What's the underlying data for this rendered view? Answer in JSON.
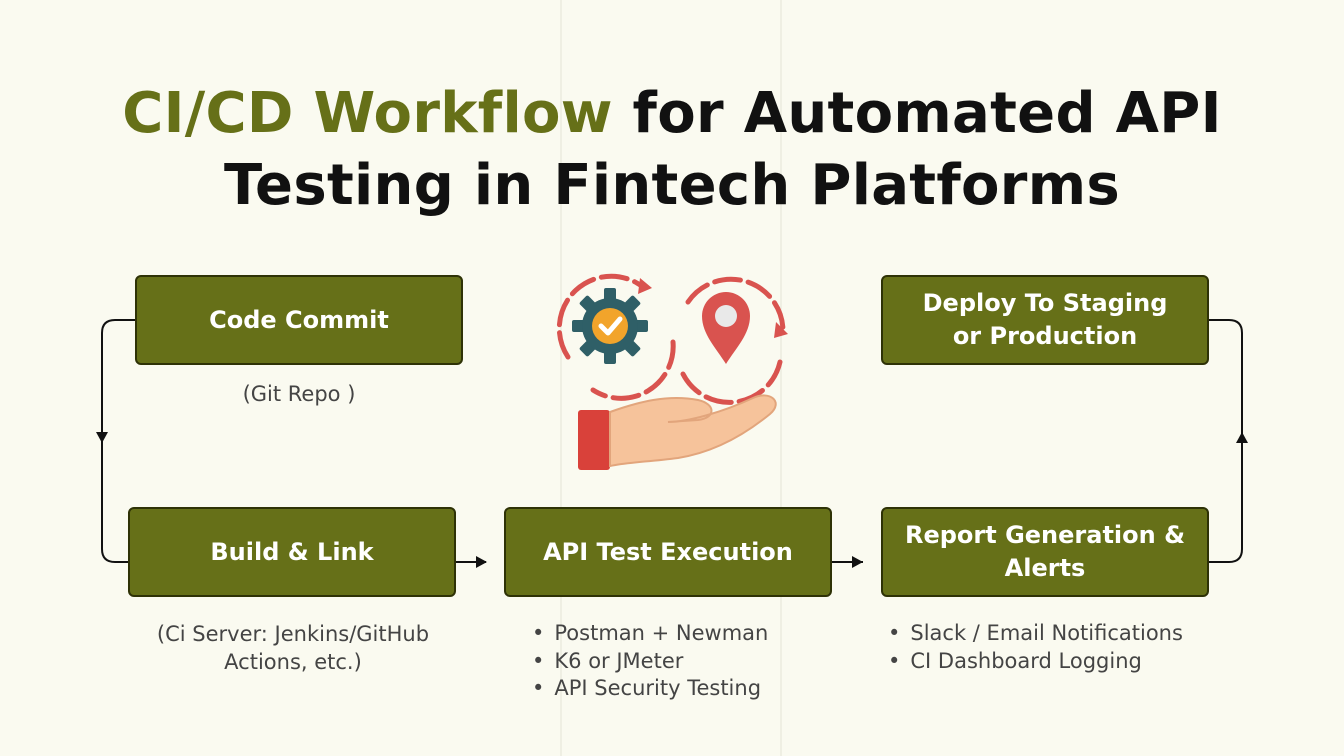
{
  "title": {
    "highlight": "CI/CD Workflow",
    "rest_line1": " for Automated API",
    "line2": "Testing in Fintech Platforms"
  },
  "colors": {
    "accent": "#667018",
    "box_border": "#2e3206",
    "background": "#fafaf0",
    "gear": "#2f5f67",
    "check_circle": "#f2a42b",
    "pin": "#d9534f",
    "hand": "#f6c39b",
    "cuff": "#d9413a"
  },
  "steps": {
    "code_commit": {
      "label": "Code Commit",
      "caption": "(Git Repo )"
    },
    "build": {
      "label": "Build & Link",
      "caption_lines": [
        "(Ci Server: Jenkins/GitHub",
        "Actions, etc.)"
      ]
    },
    "api_test": {
      "label": "API Test Execution",
      "bullets": [
        "Postman + Newman",
        "K6 or JMeter",
        "API Security Testing"
      ]
    },
    "report": {
      "label_lines": [
        "Report Generation &",
        "Alerts"
      ],
      "bullets": [
        "Slack / Email Notifications",
        "CI Dashboard Logging"
      ]
    },
    "deploy": {
      "label_lines": [
        "Deploy To Staging",
        "or Production"
      ]
    }
  },
  "icons": [
    "gear-icon",
    "checkmark-icon",
    "location-pin-icon",
    "open-hand-icon",
    "cycle-arrows-icon"
  ]
}
